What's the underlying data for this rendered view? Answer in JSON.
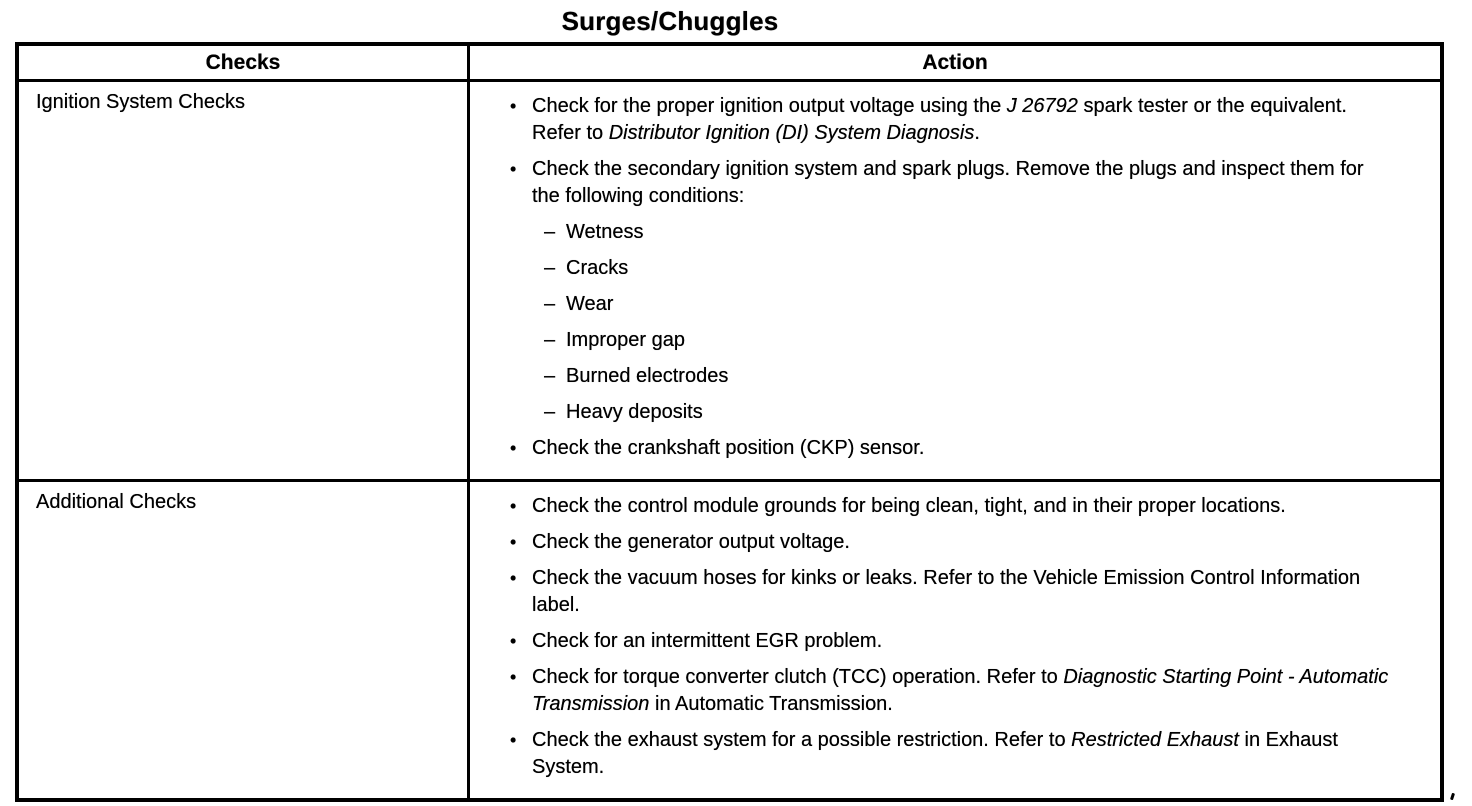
{
  "page": {
    "title": "Surges/Chuggles",
    "glyphs": {
      "bullet": "•",
      "dash": "–"
    }
  },
  "table": {
    "headers": [
      "Checks",
      "Action"
    ],
    "rows": [
      {
        "check": "Ignition System Checks",
        "actions": [
          {
            "segments": [
              {
                "text": "Check for the proper ignition output voltage using the ",
                "italic": false
              },
              {
                "text": "J 26792",
                "italic": true
              },
              {
                "text": " spark tester or the equivalent. Refer to ",
                "italic": false
              },
              {
                "text": "Distributor Ignition (DI) System Diagnosis",
                "italic": true
              },
              {
                "text": ".",
                "italic": false
              }
            ],
            "subitems": []
          },
          {
            "segments": [
              {
                "text": "Check the secondary ignition system and spark plugs. Remove the plugs and inspect them for the following conditions:",
                "italic": false
              }
            ],
            "subitems": [
              "Wetness",
              "Cracks",
              "Wear",
              "Improper gap",
              "Burned electrodes",
              "Heavy deposits"
            ]
          },
          {
            "segments": [
              {
                "text": "Check the crankshaft position (CKP) sensor.",
                "italic": false
              }
            ],
            "subitems": []
          }
        ]
      },
      {
        "check": "Additional Checks",
        "actions": [
          {
            "segments": [
              {
                "text": "Check the control module grounds for being clean, tight, and in their proper locations.",
                "italic": false
              }
            ],
            "subitems": []
          },
          {
            "segments": [
              {
                "text": "Check the generator output voltage.",
                "italic": false
              }
            ],
            "subitems": []
          },
          {
            "segments": [
              {
                "text": "Check the vacuum hoses for kinks or leaks. Refer to the Vehicle Emission Control Information label.",
                "italic": false
              }
            ],
            "subitems": []
          },
          {
            "segments": [
              {
                "text": "Check for an intermittent EGR problem.",
                "italic": false
              }
            ],
            "subitems": []
          },
          {
            "segments": [
              {
                "text": "Check for torque converter clutch (TCC) operation. Refer to ",
                "italic": false
              },
              {
                "text": "Diagnostic Starting Point - Automatic Transmission",
                "italic": true
              },
              {
                "text": " in Automatic Transmission.",
                "italic": false
              }
            ],
            "subitems": []
          },
          {
            "segments": [
              {
                "text": "Check the exhaust system for a possible restriction. Refer to ",
                "italic": false
              },
              {
                "text": "Restricted Exhaust",
                "italic": true
              },
              {
                "text": " in Exhaust System.",
                "italic": false
              }
            ],
            "subitems": []
          }
        ]
      }
    ]
  }
}
